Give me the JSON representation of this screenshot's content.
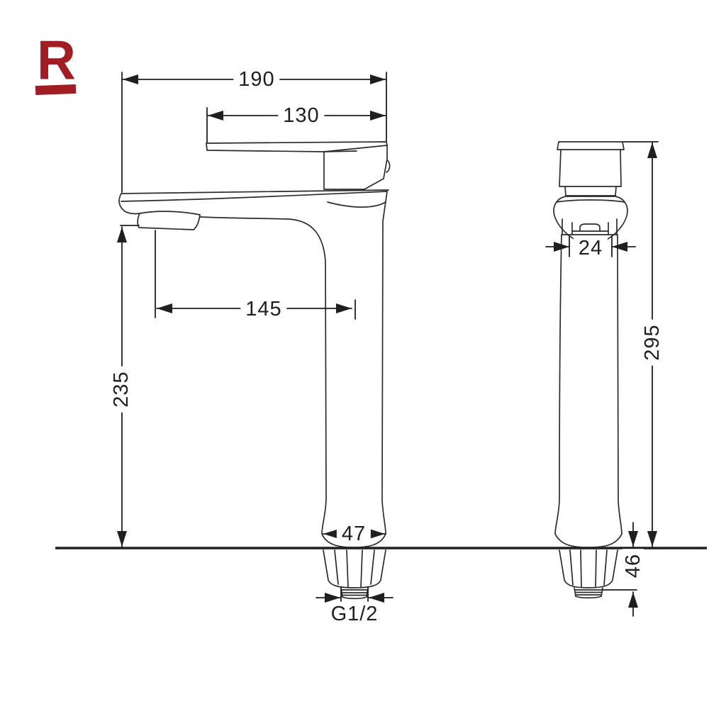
{
  "page": {
    "background": "#ffffff",
    "line_color": "#2d2a2b",
    "text_color": "#1f1f1f"
  },
  "logo": {
    "letter": "R",
    "color": "#9f1d23"
  },
  "dimensions": {
    "overall_length": "190",
    "handle_length": "130",
    "spout_reach": "145",
    "spout_height": "235",
    "base_width": "47",
    "thread_size": "G1/2",
    "spout_width": "24",
    "overall_height": "295",
    "shank_length": "46"
  }
}
